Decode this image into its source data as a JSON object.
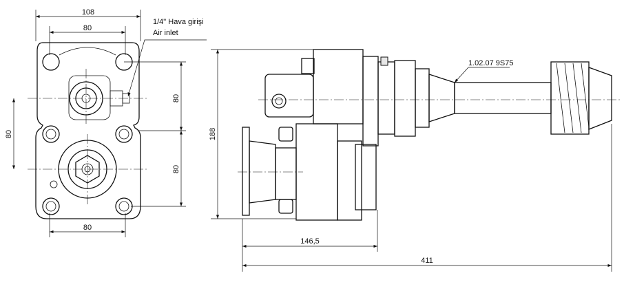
{
  "dimensions": {
    "overall_width": "108",
    "top_hole_spacing": "80",
    "bottom_hole_spacing": "80",
    "left_vertical": "80",
    "right_upper_vertical": "80",
    "right_lower_vertical": "80",
    "height": "188",
    "flange_to_body": "146,5",
    "overall_length": "411"
  },
  "annotations": {
    "air_inlet_tr": "1/4\" Hava girişi",
    "air_inlet_en": "Air inlet",
    "part_number": "1.02.07 9S75"
  }
}
